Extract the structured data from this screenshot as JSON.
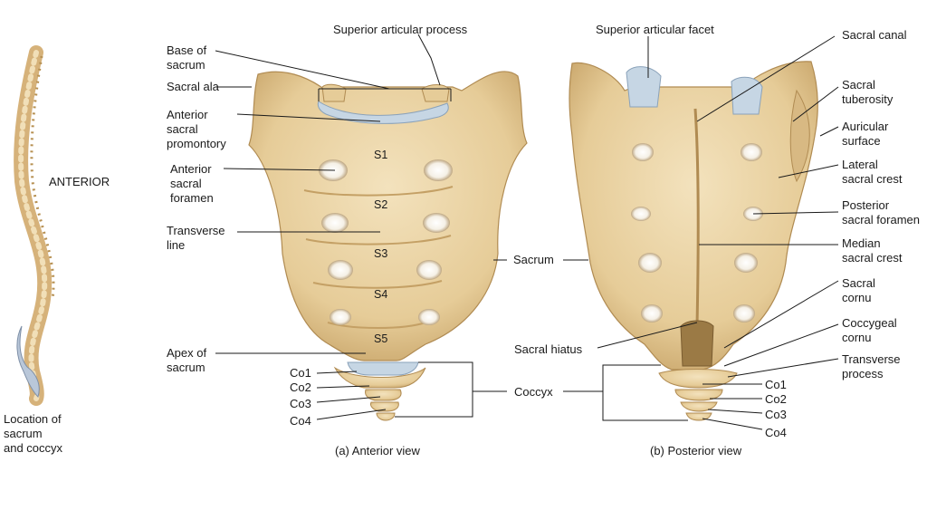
{
  "spine": {
    "orientation_label": "ANTERIOR",
    "location_caption": "Location of\nsacrum\nand coccyx"
  },
  "anterior": {
    "caption": "(a) Anterior view",
    "labels": {
      "superior_articular_process": "Superior articular process",
      "base_of_sacrum": "Base of\nsacrum",
      "sacral_ala": "Sacral ala",
      "anterior_sacral_promontory": "Anterior\nsacral\npromontory",
      "anterior_sacral_foramen": "Anterior\nsacral\nforamen",
      "transverse_line": "Transverse\nline",
      "apex_of_sacrum": "Apex of\nsacrum",
      "co1": "Co1",
      "co2": "Co2",
      "co3": "Co3",
      "co4": "Co4"
    },
    "segments": [
      "S1",
      "S2",
      "S3",
      "S4",
      "S5"
    ]
  },
  "center": {
    "sacrum": "Sacrum",
    "sacral_hiatus": "Sacral hiatus",
    "coccyx": "Coccyx"
  },
  "posterior": {
    "caption": "(b) Posterior view",
    "labels": {
      "superior_articular_facet": "Superior articular facet",
      "sacral_canal": "Sacral canal",
      "sacral_tuberosity": "Sacral\ntuberosity",
      "auricular_surface": "Auricular\nsurface",
      "lateral_sacral_crest": "Lateral\nsacral crest",
      "posterior_sacral_foramen": "Posterior\nsacral foramen",
      "median_sacral_crest": "Median\nsacral crest",
      "sacral_cornu": "Sacral\ncornu",
      "coccygeal_cornu": "Coccygeal\ncornu",
      "transverse_process": "Transverse\nprocess",
      "co1": "Co1",
      "co2": "Co2",
      "co3": "Co3",
      "co4": "Co4"
    }
  },
  "colors": {
    "bone": "#e9d3a4",
    "bone_shadow": "#c9a66b",
    "cartilage": "#c6d6e4",
    "leader_line": "#1a1a1a"
  }
}
